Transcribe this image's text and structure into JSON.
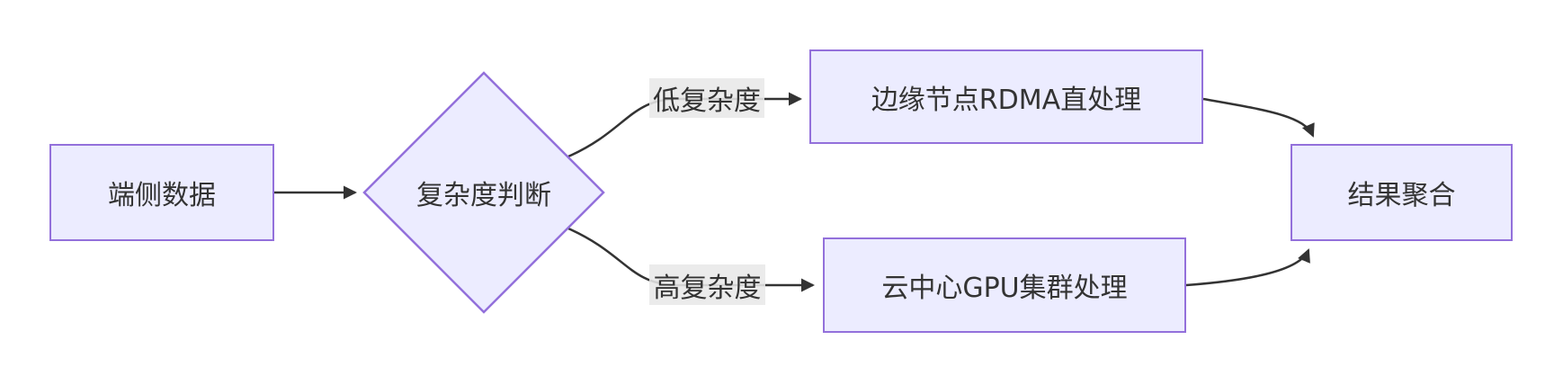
{
  "diagram": {
    "type": "flowchart",
    "direction": "left-to-right",
    "colors": {
      "background": "#ffffff",
      "node_fill": "#ECECFF",
      "node_border": "#9370DB",
      "edge_stroke": "#333333",
      "edge_label_bg": "#e8e8e8",
      "text": "#333333"
    },
    "nodes": {
      "endpoint": {
        "label": "端侧数据",
        "shape": "rectangle"
      },
      "decision": {
        "label": "复杂度判断",
        "shape": "diamond"
      },
      "edge_node": {
        "label": "边缘节点RDMA直处理",
        "shape": "rectangle"
      },
      "cloud": {
        "label": "云中心GPU集群处理",
        "shape": "rectangle"
      },
      "result": {
        "label": "结果聚合",
        "shape": "rectangle"
      }
    },
    "edge_labels": {
      "low": {
        "label": "低复杂度"
      },
      "high": {
        "label": "高复杂度"
      }
    },
    "edges": [
      {
        "from": "endpoint",
        "to": "decision",
        "label": ""
      },
      {
        "from": "decision",
        "to": "edge_node",
        "label": "低复杂度"
      },
      {
        "from": "decision",
        "to": "cloud",
        "label": "高复杂度"
      },
      {
        "from": "edge_node",
        "to": "result",
        "label": ""
      },
      {
        "from": "cloud",
        "to": "result",
        "label": ""
      }
    ]
  }
}
